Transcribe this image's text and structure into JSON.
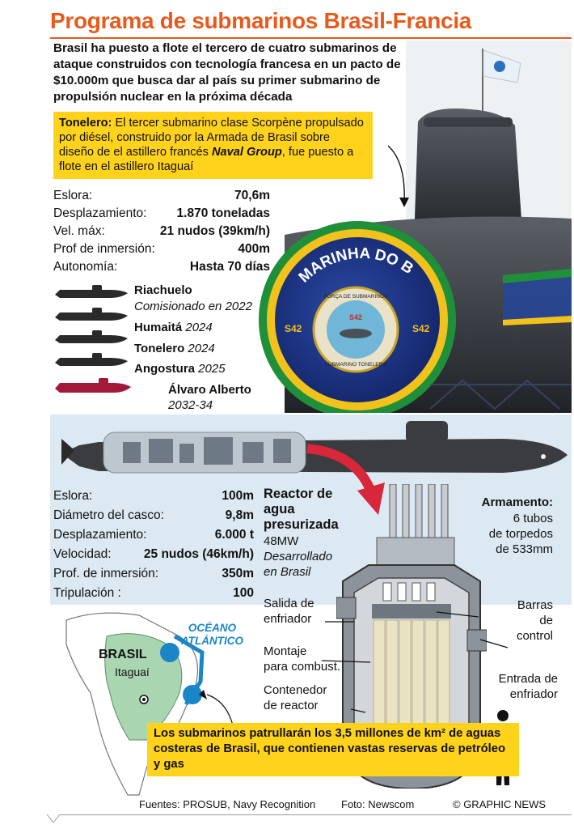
{
  "title": "Programa de submarinos Brasil-Francia",
  "intro": "Brasil ha puesto a flote el tercero de cuatro submarinos de ataque construidos con tecnología francesa en un pacto de $10.000m que busca dar al país su primer submarino de propulsión nuclear en la próxima década",
  "tonelero_box": {
    "name": "Tonelero:",
    "text_a": " El tercer submarino clase Scorpène propulsado por diésel, construido por la Armada de Brasil sobre diseño de el astillero francés ",
    "company": "Naval Group",
    "text_b": ", fue puesto a flote en el astillero Itaguaí"
  },
  "specs_scorpene": [
    {
      "label": "Eslora:",
      "value": "70,6m"
    },
    {
      "label": "Desplazamiento:",
      "value": "1.870 toneladas"
    },
    {
      "label": "Vel. máx:",
      "value": "21 nudos (39km/h)"
    },
    {
      "label": "Prof de inmersión:",
      "value": "400m"
    },
    {
      "label": "Autonomía:",
      "value": "Hasta 70 días"
    }
  ],
  "submarines": [
    {
      "name": "Riachuelo",
      "note": "Comisionado en 2022",
      "color": "#2a2a2a"
    },
    {
      "name": "Humaitá",
      "note": " 2024",
      "color": "#2a2a2a"
    },
    {
      "name": "Tonelero",
      "note": " 2024",
      "color": "#2a2a2a"
    },
    {
      "name": "Angostura",
      "note": " 2025",
      "color": "#2a2a2a"
    },
    {
      "name": "Álvaro Alberto",
      "note": "2032-34",
      "color": "#a3193a"
    }
  ],
  "photo": {
    "text_arc": "MARINHA DO BRASIL",
    "seal_outer": "FORÇA DE SUBMARINOS",
    "seal_bottom": "SUBMARINO TONELERO",
    "hull_number": "S42"
  },
  "specs_nuclear": [
    {
      "label": "Eslora:",
      "value": "100m"
    },
    {
      "label": "Diámetro del casco:",
      "value": "9,8m"
    },
    {
      "label": "Desplazamiento:",
      "value": "6.000 t"
    },
    {
      "label": "Velocidad:",
      "value": "25 nudos (46km/h)"
    },
    {
      "label": "Prof. de inmersión:",
      "value": "350m"
    },
    {
      "label": "Tripulación :",
      "value": "100"
    }
  ],
  "reactor": {
    "title_1": "Reactor de",
    "title_2": "agua",
    "title_3": "presurizada",
    "power": "48MW",
    "dev_1": "Desarrollado",
    "dev_2": "en Brasil"
  },
  "armament": {
    "title": "Armamento:",
    "l1": "6 tubos",
    "l2": "de torpedos",
    "l3": "de 533mm"
  },
  "reactor_labels": {
    "outlet_1": "Salida de",
    "outlet_2": "enfriador",
    "fuel_1": "Montaje",
    "fuel_2": "para combust.",
    "vessel_1": "Contenedor",
    "vessel_2": "de reactor",
    "rods_1": "Barras",
    "rods_2": "de control",
    "inlet_1": "Entrada de",
    "inlet_2": "enfriador"
  },
  "map": {
    "country": "BRASIL",
    "city": "Itaguaí",
    "ocean_1": "OCÉANO",
    "ocean_2": "ATLÁNTICO"
  },
  "note": "Los submarinos patrullarán los 3,5 millones de km² de aguas costeras de Brasil, que contienen vastas reservas de petróleo y gas",
  "footer": {
    "sources": "Fuentes: PROSUB, Navy Recognition",
    "photo": "Foto: Newscom",
    "credit": "© GRAPHIC NEWS"
  },
  "colors": {
    "accent": "#e85a1c",
    "highlight": "#ffd21c",
    "band": "#dde9f2",
    "nuclear_sub": "#a3193a",
    "ocean_label": "#1a86c8",
    "land": "#a9d5b1"
  }
}
